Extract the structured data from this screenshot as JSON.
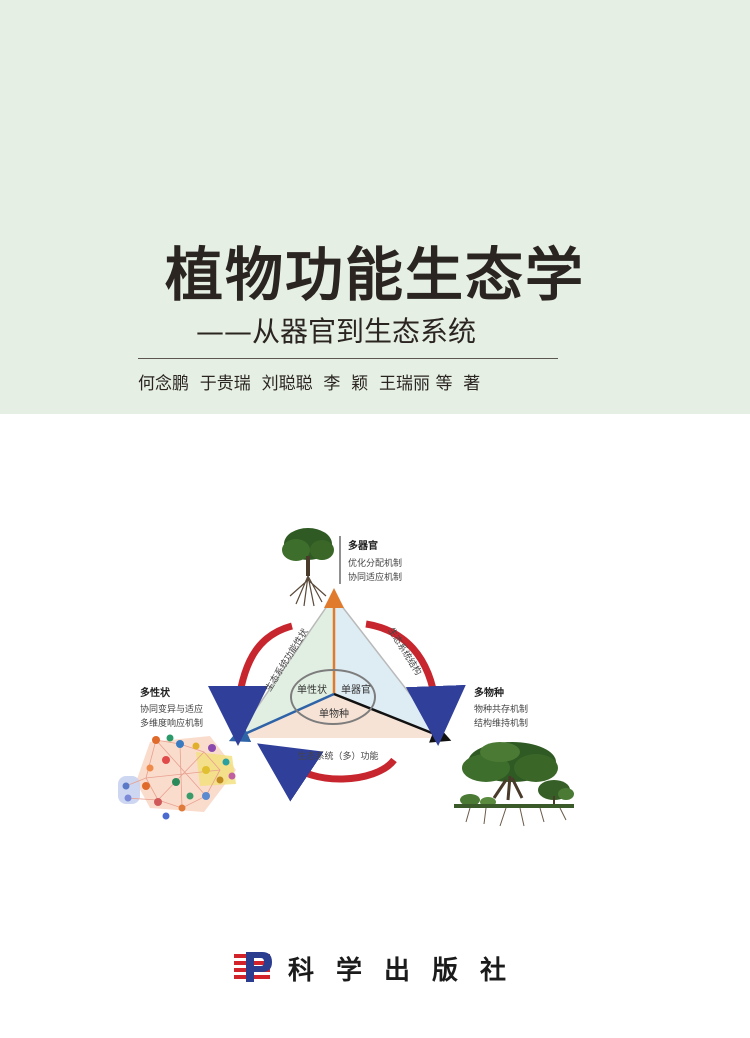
{
  "cover": {
    "title": "植物功能生态学",
    "subtitle": "——从器官到生态系统",
    "authors": "何念鹏  于贵瑞  刘聪聪  李  颖  王瑞丽 等  著"
  },
  "diagram": {
    "top": {
      "heading": "多器官",
      "lines": [
        "优化分配机制",
        "协同适应机制"
      ]
    },
    "left": {
      "heading": "多性状",
      "lines": [
        "协同变异与适应",
        "多维度响应机制"
      ]
    },
    "right": {
      "heading": "多物种",
      "lines": [
        "物种共存机制",
        "结构维持机制"
      ]
    },
    "center_labels": [
      "单性状",
      "单器官",
      "单物种"
    ],
    "arc_labels": {
      "left": "生态系统功能性状",
      "right": "生态系统结构",
      "bottom": "生态系统（多）功能"
    }
  },
  "publisher": {
    "name": "科学出版社",
    "logo_icon": "science-press-logo",
    "colors": {
      "red": "#d2232a",
      "blue": "#2a3d8f"
    }
  },
  "colors": {
    "band": "#e6efe4",
    "arrow_orange": "#e07a2c",
    "arrow_blue": "#2f63a8",
    "arrow_black": "#111111",
    "arc_red": "#c8262e",
    "arc_blue": "#2f3f9a"
  }
}
